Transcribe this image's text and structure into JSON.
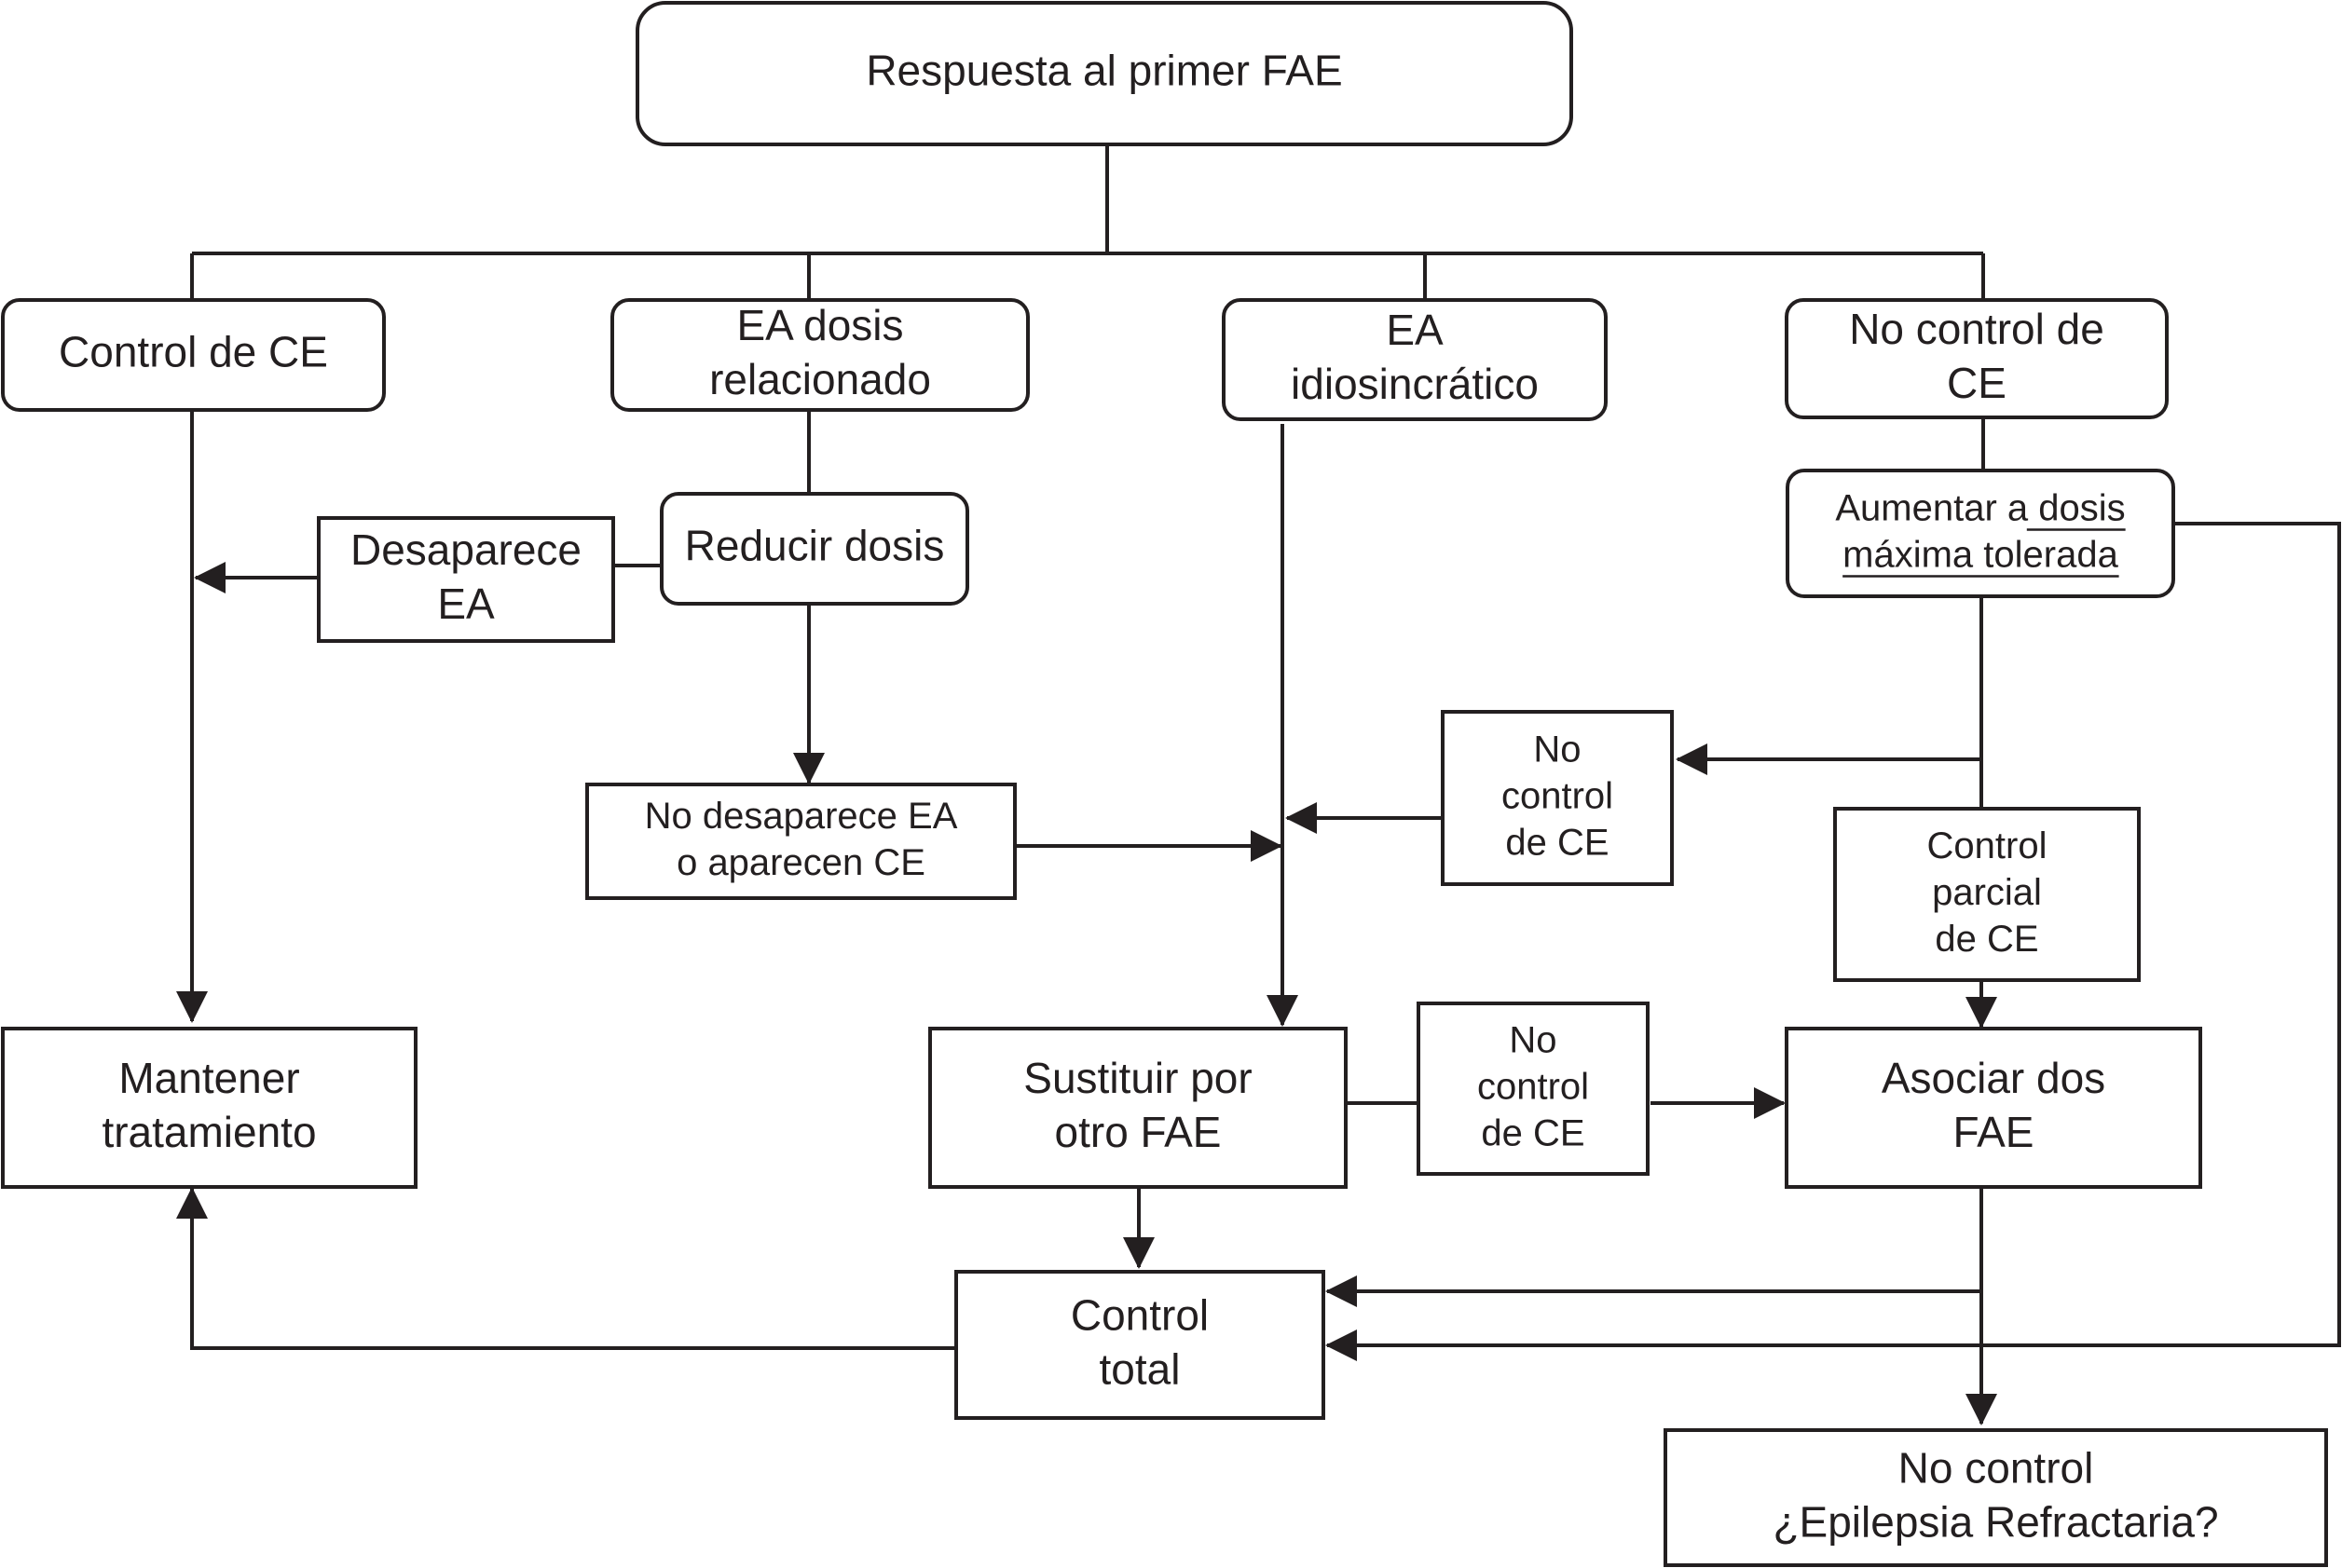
{
  "nodes": {
    "root": [
      "Respuesta al primer FAE"
    ],
    "control_ce": [
      "Control de CE"
    ],
    "ea_dosis": [
      "EA dosis",
      "relacionado"
    ],
    "ea_idio": [
      "EA",
      "idiosincrático"
    ],
    "no_control_ce_top": [
      "No control de",
      "CE"
    ],
    "aumentar": [
      "Aumentar a dosis",
      "máxima tolerada"
    ],
    "desaparece": [
      "Desaparece",
      "EA"
    ],
    "reducir": [
      "Reducir dosis"
    ],
    "no_desaparece": [
      "No desaparece EA",
      "o aparecen CE"
    ],
    "no_control_mid": [
      "No",
      "control",
      "de CE"
    ],
    "control_parcial": [
      "Control",
      "parcial",
      "de CE"
    ],
    "mantener": [
      "Mantener",
      "tratamiento"
    ],
    "sustituir": [
      "Sustituir por",
      "otro FAE"
    ],
    "no_control_low": [
      "No",
      "control",
      "de CE"
    ],
    "asociar": [
      "Asociar dos",
      "FAE"
    ],
    "control_total": [
      "Control",
      "total"
    ],
    "no_control_final": [
      "No control",
      "¿Epilepsia Refractaria?"
    ]
  },
  "edges": [
    {
      "from": "root",
      "to": "control_ce"
    },
    {
      "from": "root",
      "to": "ea_dosis"
    },
    {
      "from": "root",
      "to": "ea_idio"
    },
    {
      "from": "root",
      "to": "no_control_ce_top"
    },
    {
      "from": "ea_dosis",
      "to": "reducir"
    },
    {
      "from": "reducir",
      "to": "desaparece"
    },
    {
      "from": "desaparece",
      "to": "control_ce_line"
    },
    {
      "from": "reducir",
      "to": "no_desaparece"
    },
    {
      "from": "no_desaparece",
      "to": "ea_idio_line"
    },
    {
      "from": "control_ce",
      "to": "mantener"
    },
    {
      "from": "ea_idio",
      "to": "sustituir"
    },
    {
      "from": "no_control_ce_top",
      "to": "aumentar"
    },
    {
      "from": "aumentar",
      "to": "no_control_mid"
    },
    {
      "from": "no_control_mid",
      "to": "ea_idio_line"
    },
    {
      "from": "aumentar",
      "to": "control_parcial"
    },
    {
      "from": "control_parcial",
      "to": "asociar"
    },
    {
      "from": "sustituir",
      "to": "no_control_low"
    },
    {
      "from": "no_control_low",
      "to": "asociar"
    },
    {
      "from": "sustituir",
      "to": "control_total"
    },
    {
      "from": "asociar",
      "to": "control_total"
    },
    {
      "from": "aumentar",
      "to": "control_total"
    },
    {
      "from": "asociar",
      "to": "no_control_final"
    },
    {
      "from": "control_total",
      "to": "mantener"
    }
  ]
}
